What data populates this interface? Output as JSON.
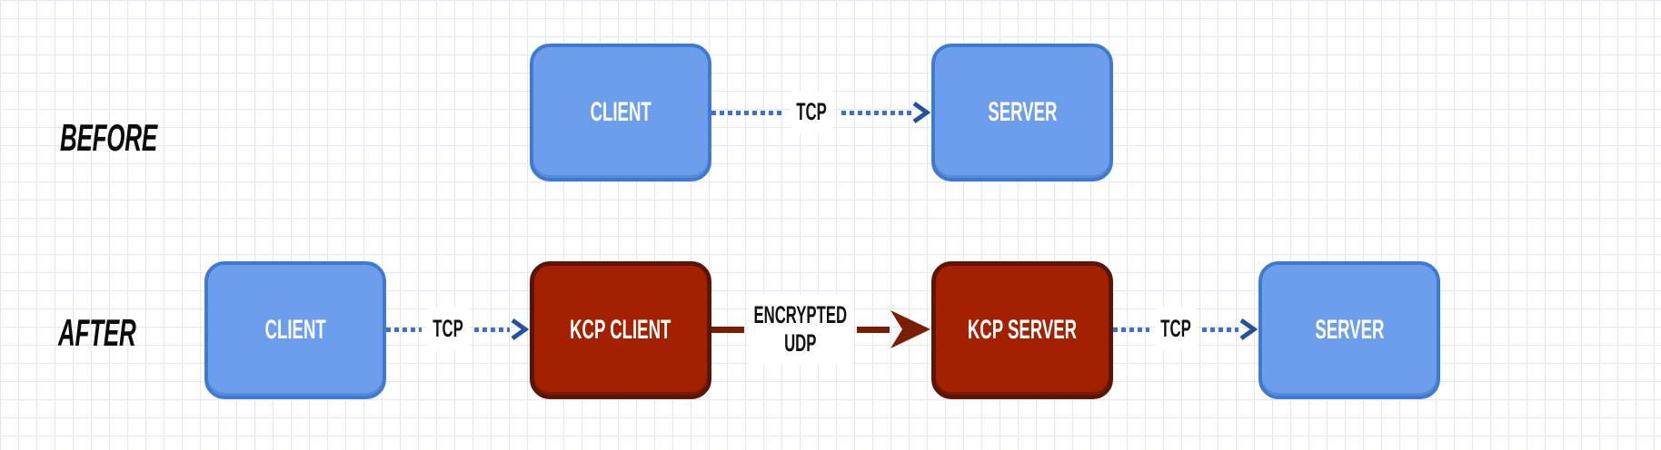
{
  "diagram": {
    "rows": [
      {
        "label": "BEFORE",
        "nodes": [
          {
            "label": "CLIENT",
            "kind": "blue"
          },
          {
            "label": "SERVER",
            "kind": "blue"
          }
        ],
        "connections": [
          {
            "label": "TCP",
            "style": "dotted-arrow"
          }
        ]
      },
      {
        "label": "AFTER",
        "nodes": [
          {
            "label": "CLIENT",
            "kind": "blue"
          },
          {
            "label": "KCP CLIENT",
            "kind": "red"
          },
          {
            "label": "KCP SERVER",
            "kind": "red"
          },
          {
            "label": "SERVER",
            "kind": "blue"
          }
        ],
        "connections": [
          {
            "label": "TCP",
            "style": "dotted-arrow"
          },
          {
            "label_line1": "ENCRYPTED",
            "label_line2": "UDP",
            "style": "solid-arrow"
          },
          {
            "label": "TCP",
            "style": "dotted-arrow"
          }
        ]
      }
    ],
    "colors": {
      "blue_node_fill": "#6d9eeb",
      "blue_node_border": "#3f7ad2",
      "red_node_fill": "#a32000",
      "red_node_border": "#5c1404",
      "dotted_line": "#3e6fd8",
      "dotted_arrowhead": "#24509e",
      "solid_line": "#7b1d03",
      "node_text": "#ffffff",
      "connection_label_text": "#111111",
      "row_label_text": "#0b0b0b",
      "grid_line": "#e5e5f5",
      "background": "#ffffff"
    }
  }
}
